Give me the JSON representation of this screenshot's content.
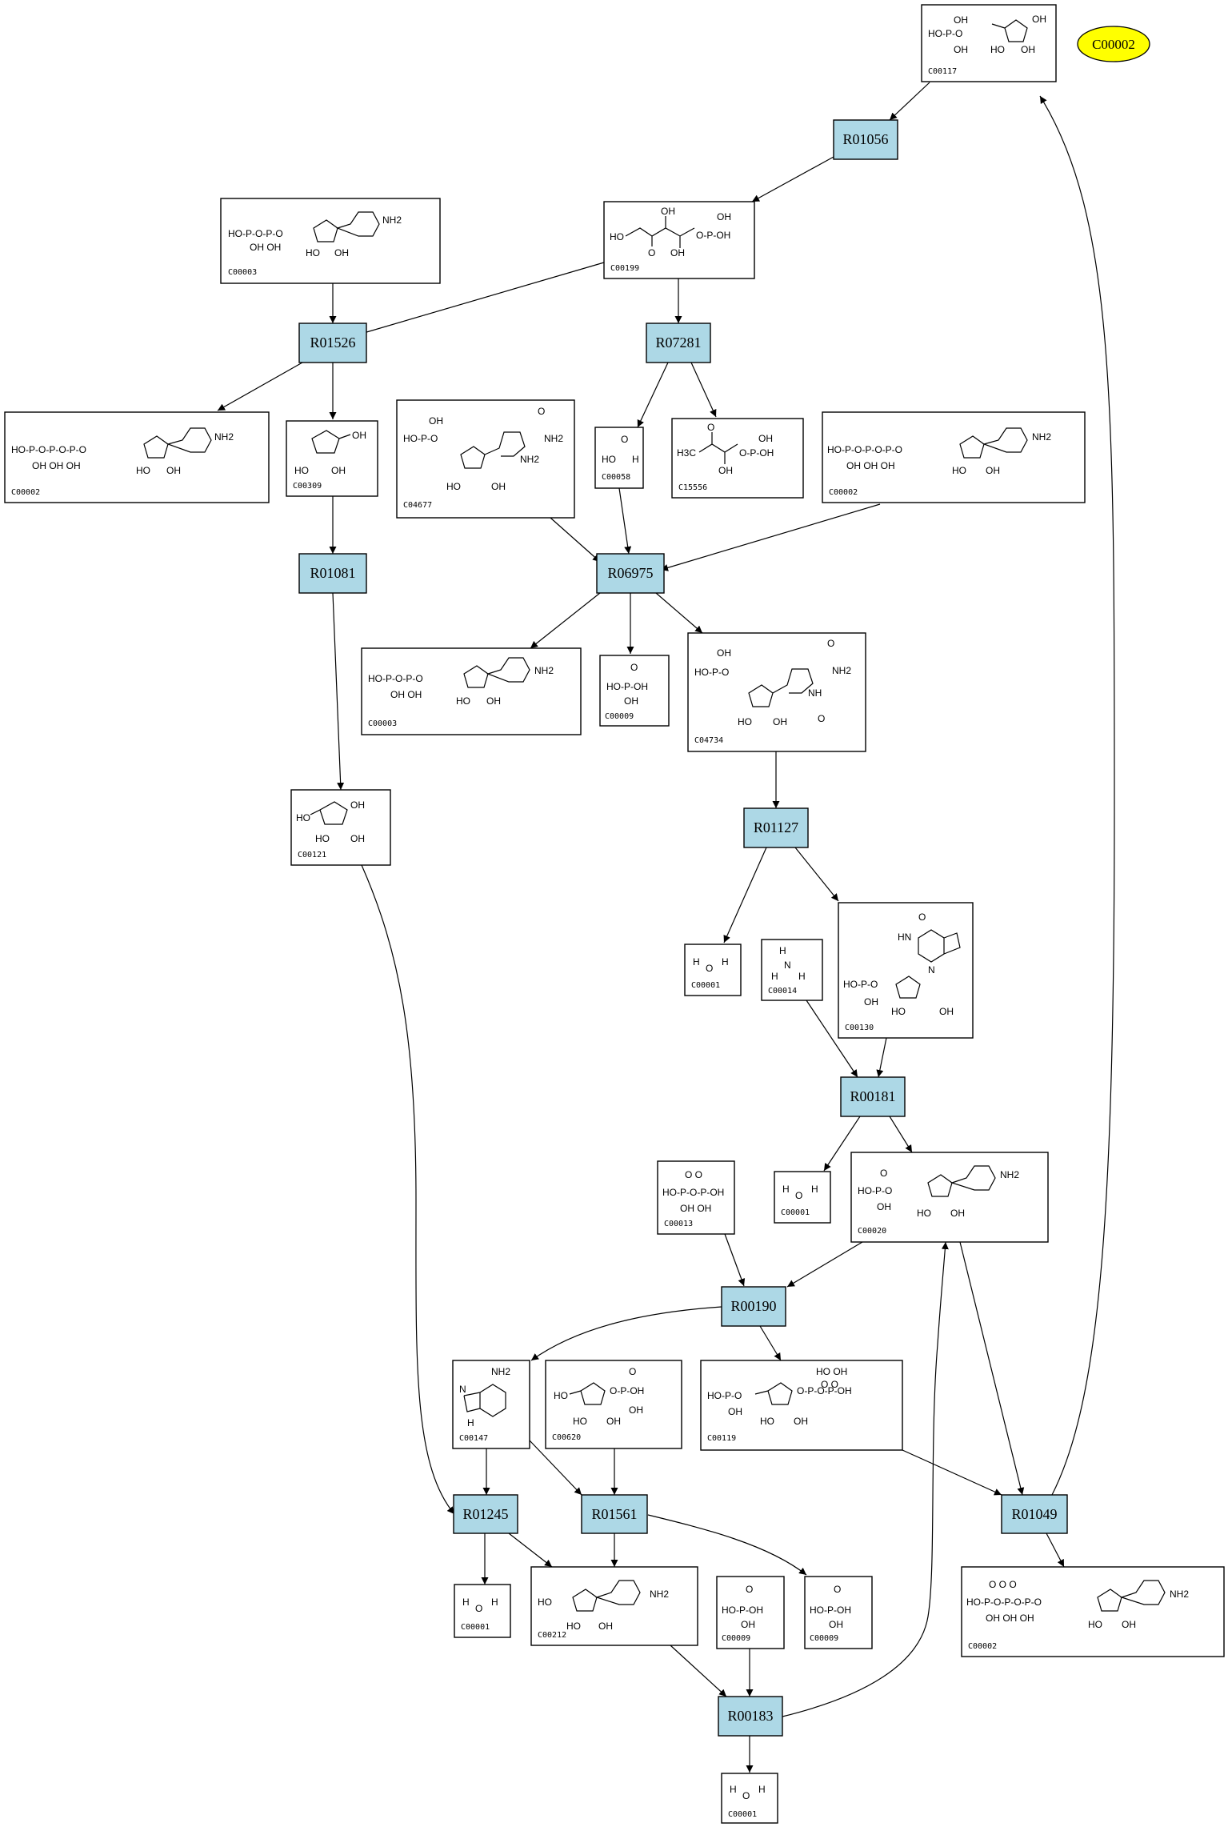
{
  "diagram": {
    "highlighted_compound": "C00002",
    "highlight_color": "#ffff00",
    "reaction_fill_color": "#add8e6",
    "reactions": [
      "R01056",
      "R01526",
      "R07281",
      "R01081",
      "R06975",
      "R01127",
      "R00181",
      "R00190",
      "R01245",
      "R01561",
      "R01049",
      "R00183"
    ],
    "compounds": [
      {
        "id": "c00117",
        "label": "C00117",
        "structure": [
          "HO-P-O",
          "OH",
          "OH",
          "HO",
          "OH"
        ]
      },
      {
        "id": "c00199",
        "label": "C00199",
        "structure": [
          "HO",
          "OH",
          "O",
          "OH",
          "OH",
          "O-P-OH"
        ]
      },
      {
        "id": "c00003a",
        "label": "C00003",
        "structure": [
          "HO-P-O-P-O",
          "OH OH",
          "NH2",
          "HO",
          "OH"
        ]
      },
      {
        "id": "c00002a",
        "label": "C00002",
        "structure": [
          "HO-P-O-P-O-P-O",
          "OH OH OH",
          "NH2",
          "HO",
          "OH"
        ]
      },
      {
        "id": "c00309",
        "label": "C00309",
        "structure": [
          "OH",
          "HO",
          "OH"
        ]
      },
      {
        "id": "c04677",
        "label": "C04677",
        "structure": [
          "OH",
          "HO-P-O",
          "O",
          "NH2",
          "NH2",
          "HO",
          "OH"
        ]
      },
      {
        "id": "c00058",
        "label": "C00058",
        "structure": [
          "O",
          "HO",
          "H"
        ]
      },
      {
        "id": "c15556",
        "label": "C15556",
        "structure": [
          "H3C",
          "O",
          "OH",
          "O-P-OH",
          "OH"
        ]
      },
      {
        "id": "c00002b",
        "label": "C00002",
        "structure": [
          "HO-P-O-P-O-P-O",
          "OH OH OH",
          "NH2",
          "HO",
          "OH"
        ]
      },
      {
        "id": "c00003b",
        "label": "C00003",
        "structure": [
          "HO-P-O-P-O",
          "OH OH",
          "NH2",
          "HO",
          "OH"
        ]
      },
      {
        "id": "c00009a",
        "label": "C00009",
        "structure": [
          "O",
          "HO-P-OH",
          "OH"
        ]
      },
      {
        "id": "c04734",
        "label": "C04734",
        "structure": [
          "OH",
          "HO-P-O",
          "O",
          "NH2",
          "NH",
          "HO",
          "OH",
          "O"
        ]
      },
      {
        "id": "c00121",
        "label": "C00121",
        "structure": [
          "HO",
          "OH",
          "HO",
          "OH"
        ]
      },
      {
        "id": "c00001a",
        "label": "C00001",
        "structure": [
          "H",
          "O",
          "H"
        ]
      },
      {
        "id": "c00014",
        "label": "C00014",
        "structure": [
          "H",
          "N",
          "H",
          "H"
        ]
      },
      {
        "id": "c00130",
        "label": "C00130",
        "structure": [
          "O",
          "HN",
          "N",
          "HO-P-O",
          "OH",
          "HO",
          "OH"
        ]
      },
      {
        "id": "c00001b",
        "label": "C00001",
        "structure": [
          "H",
          "O",
          "H"
        ]
      },
      {
        "id": "c00013",
        "label": "C00013",
        "structure": [
          "O O",
          "HO-P-O-P-OH",
          "OH OH"
        ]
      },
      {
        "id": "c00020",
        "label": "C00020",
        "structure": [
          "O",
          "HO-P-O",
          "OH",
          "NH2",
          "HO",
          "OH"
        ]
      },
      {
        "id": "c00147",
        "label": "C00147",
        "structure": [
          "NH2",
          "N",
          "H"
        ]
      },
      {
        "id": "c00620",
        "label": "C00620",
        "structure": [
          "O",
          "HO",
          "O-P-OH",
          "OH",
          "HO",
          "OH"
        ]
      },
      {
        "id": "c00119",
        "label": "C00119",
        "structure": [
          "HO OH",
          "O O",
          "HO-P-O",
          "O-P-O-P-OH",
          "OH",
          "HO",
          "OH"
        ]
      },
      {
        "id": "c00001c",
        "label": "C00001",
        "structure": [
          "H",
          "O",
          "H"
        ]
      },
      {
        "id": "c00212",
        "label": "C00212",
        "structure": [
          "HO",
          "NH2",
          "HO",
          "OH"
        ]
      },
      {
        "id": "c00009b",
        "label": "C00009",
        "structure": [
          "O",
          "HO-P-OH",
          "OH"
        ]
      },
      {
        "id": "c00009c",
        "label": "C00009",
        "structure": [
          "O",
          "HO-P-OH",
          "OH"
        ]
      },
      {
        "id": "c00002c",
        "label": "C00002",
        "structure": [
          "O O O",
          "HO-P-O-P-O-P-O",
          "OH OH OH",
          "NH2",
          "HO",
          "OH"
        ]
      },
      {
        "id": "c00001d",
        "label": "C00001",
        "structure": [
          "H",
          "O",
          "H"
        ]
      }
    ]
  }
}
